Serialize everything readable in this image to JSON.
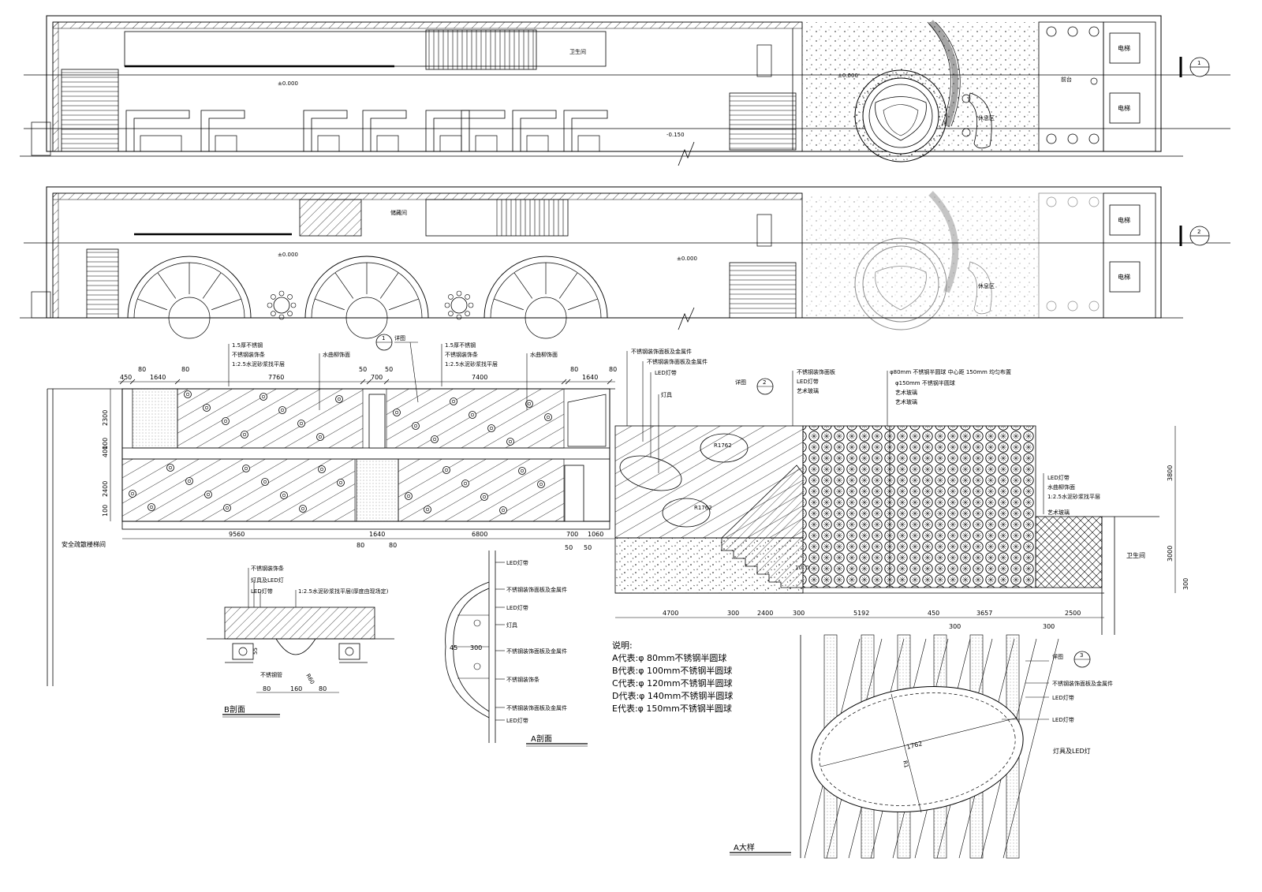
{
  "plan_top": {
    "labels": {
      "section_tag": "1",
      "elev_stair": "-0.150",
      "elev_mid": "±0.000",
      "label_hall": "前台",
      "label_lift_1": "电梯",
      "label_lift_2": "电梯",
      "label_rest": "休息区",
      "label_right": "卫生间"
    }
  },
  "plan_bottom": {
    "labels": {
      "section_tag": "2",
      "elev_mid": "±0.000",
      "label_room": "储藏间",
      "label_lift_1": "电梯",
      "label_lift_2": "电梯",
      "label_rest": "休息区"
    }
  },
  "elevation_left": {
    "dims_top": [
      "450",
      "80",
      "1640",
      "80",
      "7760",
      "50",
      "50",
      "700",
      "7400",
      "80",
      "1640",
      "80"
    ],
    "dims_left": [
      "2300",
      "100",
      "400",
      "2400",
      "100"
    ],
    "dims_bottom": [
      "9560",
      "80",
      "1640",
      "80",
      "6800",
      "700",
      "50",
      "1060",
      "50"
    ],
    "callouts_a": [
      "1.5厚不锈钢",
      "不锈钢装饰条",
      "1:2.5水泥砂浆找平层"
    ],
    "callout_a2": "水曲柳饰面",
    "callouts_b": [
      "1.5厚不锈钢",
      "不锈钢装饰条",
      "1:2.5水泥砂浆找平层"
    ],
    "callout_b2": "水曲柳饰面",
    "tag_circle": "1",
    "tag_note": "详图",
    "side_note": "安全疏散楼梯间"
  },
  "elevation_right": {
    "callouts_left": [
      "不锈钢装饰面板及金属件",
      "不锈钢装饰面板及金属件",
      "LED灯带",
      "灯具"
    ],
    "callouts_mid": [
      "不锈钢装饰面板",
      "LED灯带",
      "艺术玻璃"
    ],
    "callout_top": "φ80mm 不锈钢半圆球 中心距 150mm 均匀布置",
    "callouts_right": [
      "φ150mm 不锈钢半圆球",
      "艺术玻璃",
      "艺术玻璃"
    ],
    "callouts_wall": [
      "LED灯带",
      "水曲柳饰面",
      "1:2.5水泥砂浆找平层",
      "艺术玻璃"
    ],
    "dims_bottom": [
      "4700",
      "300",
      "2400",
      "300",
      "5192",
      "450",
      "3657",
      "2500"
    ],
    "dims_bottom_sub": [
      "300",
      "300"
    ],
    "dims_right": [
      "3800",
      "3000",
      "300"
    ],
    "label_room": "卫生间",
    "tag_circle": "2",
    "tag_note": "详图",
    "inner_labels": [
      "R1762",
      "R1762",
      "1080"
    ]
  },
  "section_b": {
    "callouts": [
      "不锈钢装饰条",
      "灯具及LED灯",
      "LED灯带",
      "1:2.5水泥砂浆找平层(厚度由现场定)"
    ],
    "bottom_label": "不锈钢管",
    "radius": "R60",
    "dims": [
      "80",
      "160",
      "80"
    ],
    "dim_v": "55",
    "title": "B剖面"
  },
  "section_a": {
    "callouts": [
      "LED灯带",
      "不锈钢装饰面板及金属件",
      "LED灯带",
      "灯具",
      "不锈钢装饰面板及金属件",
      "不锈钢装饰条",
      "不锈钢装饰面板及金属件",
      "LED灯带"
    ],
    "dims": [
      "45",
      "300"
    ],
    "title": "A剖面"
  },
  "notes": {
    "title": "说明:",
    "lines": [
      "A代表:φ 80mm不锈钢半圆球",
      "B代表:φ 100mm不锈钢半圆球",
      "C代表:φ 120mm不锈钢半圆球",
      "D代表:φ 140mm不锈钢半圆球",
      "E代表:φ 150mm不锈钢半圆球"
    ]
  },
  "detail_a": {
    "callouts": [
      "不锈钢装饰面板及金属件",
      "LED灯带",
      "LED灯带"
    ],
    "tag_note": "详图",
    "tag_circle": "3",
    "label_lamp": "灯具及LED灯",
    "dim": "1762",
    "dim2": "R1",
    "title": "A大样"
  }
}
